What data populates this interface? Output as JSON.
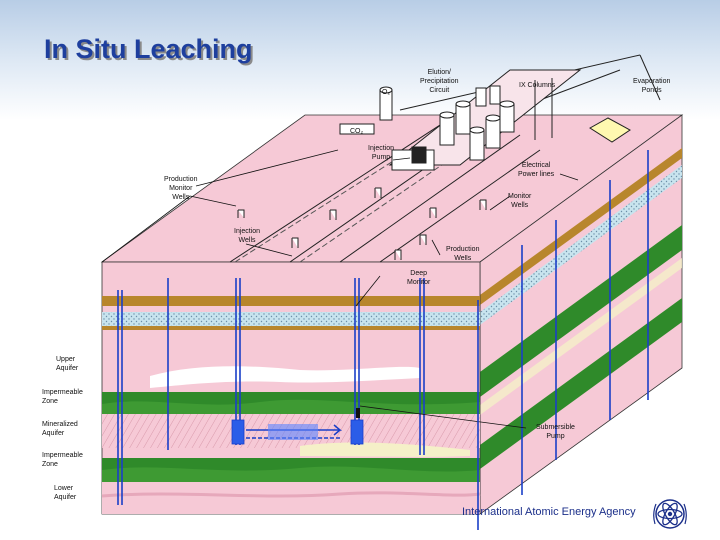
{
  "slide": {
    "title": "In Situ Leaching",
    "agency": "International Atomic Energy Agency"
  },
  "labels": {
    "elution": [
      "Elution/",
      "Precipitation",
      "Circuit"
    ],
    "ix_columns": "IX Columns",
    "evaporation": [
      "Evaporation",
      "Ponds"
    ],
    "o2": "O₂",
    "co2": "CO₂",
    "injection_pump": [
      "Injection",
      "Pump"
    ],
    "electrical": [
      "Electrical",
      "Power lines"
    ],
    "production_monitor": [
      "Production",
      "Monitor",
      "Wells"
    ],
    "monitor_wells": [
      "Monitor",
      "Wells"
    ],
    "injection_wells": [
      "Injection",
      "Wells"
    ],
    "production_wells": [
      "Production",
      "Wells"
    ],
    "deep_monitor": [
      "Deep",
      "Monitor"
    ],
    "upper_aquifer": [
      "Upper",
      "Aquifer"
    ],
    "impermeable_1": [
      "Impermeable",
      "Zone"
    ],
    "mineralized": [
      "Mineralized",
      "Aquifer"
    ],
    "impermeable_2": [
      "Impermeable",
      "Zone"
    ],
    "lower_aquifer": [
      "Lower",
      "Aquifer"
    ],
    "submersible": [
      "Submersible",
      "Pump"
    ]
  },
  "colors": {
    "title": "#1e3f9e",
    "pink_aquifer": "#f6c9d6",
    "green_impermeable": "#2f8a2a",
    "brown_layer": "#b8862c",
    "sky_layer": "#c8e4ee",
    "pale_yellow": "#f5f0c8",
    "well_blue": "#1a3fc8"
  },
  "icons": [
    "plant-building-icon",
    "iaea-logo-icon"
  ]
}
